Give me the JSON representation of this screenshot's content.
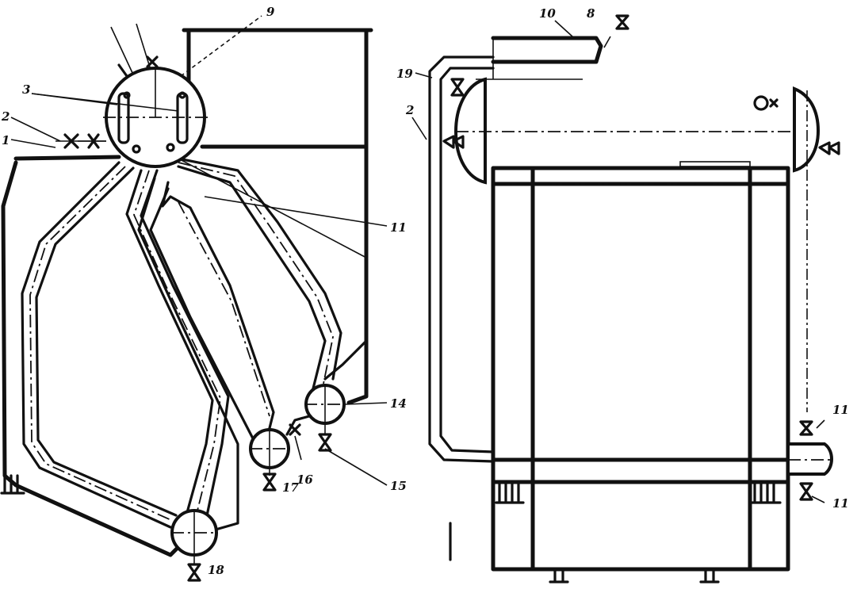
{
  "figure": {
    "left_view_labels": {
      "l1": "1",
      "l2": "2",
      "l3": "3",
      "l9": "9",
      "l11": "11",
      "l14": "14",
      "l15": "15",
      "l16": "16",
      "l17": "17",
      "l18": "18"
    },
    "right_view_labels": {
      "l2": "2",
      "l8": "8",
      "l10": "10",
      "l11a": "11",
      "l11b": "11",
      "l19": "19"
    }
  },
  "colors": {
    "ink": "#111111",
    "paper": "#ffffff"
  }
}
